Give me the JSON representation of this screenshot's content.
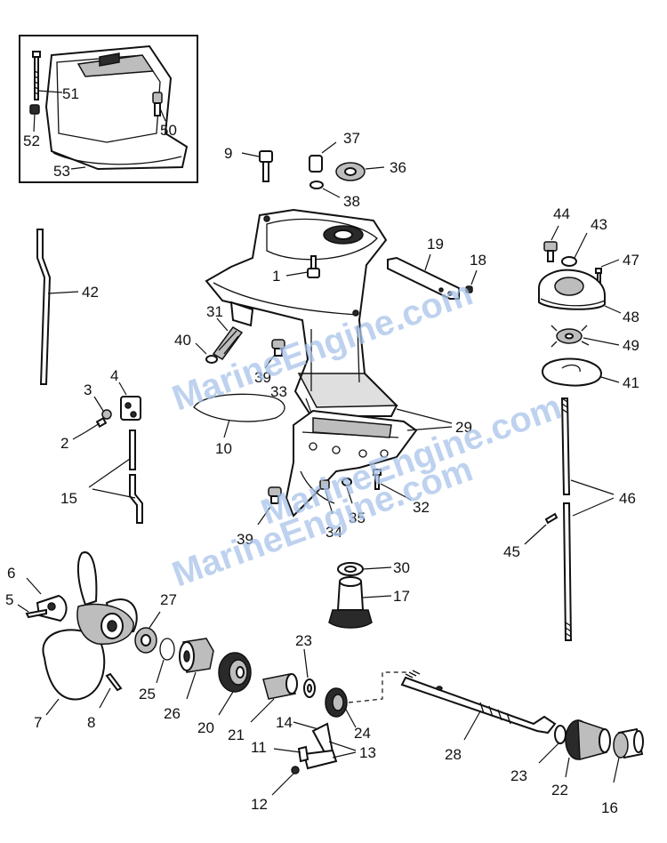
{
  "callouts": {
    "c1": "1",
    "c2": "2",
    "c3": "3",
    "c4": "4",
    "c5": "5",
    "c6": "6",
    "c7": "7",
    "c8": "8",
    "c9": "9",
    "c10": "10",
    "c11": "11",
    "c12": "12",
    "c13": "13",
    "c14": "14",
    "c15": "15",
    "c16": "16",
    "c17": "17",
    "c18": "18",
    "c19": "19",
    "c20": "20",
    "c21": "21",
    "c22": "22",
    "c23a": "23",
    "c23b": "23",
    "c24": "24",
    "c25": "25",
    "c26": "26",
    "c27": "27",
    "c28": "28",
    "c29": "29",
    "c30": "30",
    "c31": "31",
    "c32": "32",
    "c33": "33",
    "c34": "34",
    "c35": "35",
    "c36": "36",
    "c37": "37",
    "c38": "38",
    "c39a": "39",
    "c39b": "39",
    "c40": "40",
    "c41": "41",
    "c42": "42",
    "c43": "43",
    "c44": "44",
    "c45": "45",
    "c46": "46",
    "c47": "47",
    "c48": "48",
    "c49": "49",
    "c50": "50",
    "c51": "51",
    "c52": "52",
    "c53": "53"
  },
  "watermark": {
    "line1": "MarineEngine.com",
    "line2": "MarineEngine.com",
    "line3": "MarineEngine.com"
  }
}
